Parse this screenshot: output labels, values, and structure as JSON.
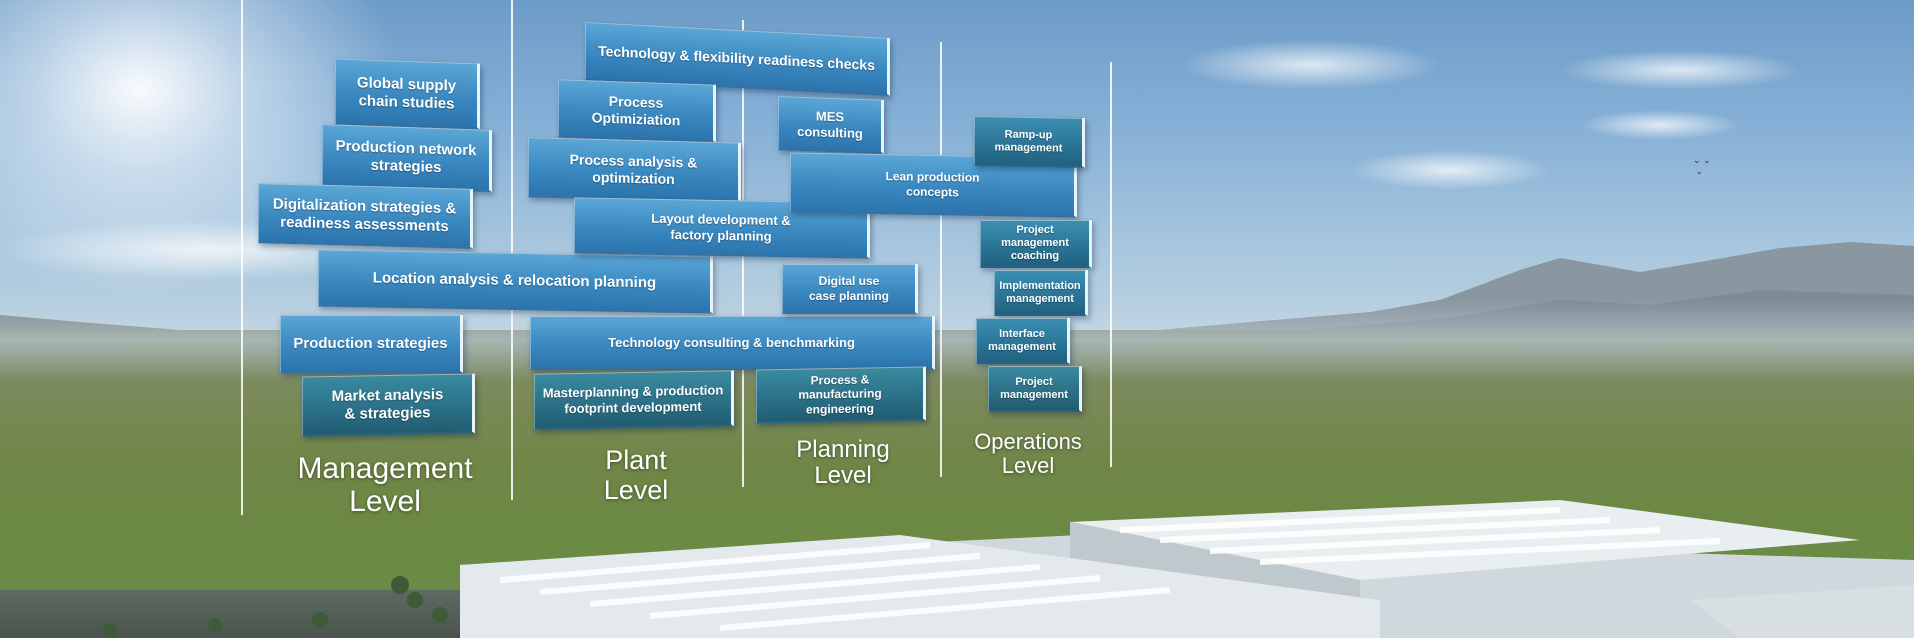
{
  "levels": {
    "management": {
      "line1": "Management",
      "line2": "Level"
    },
    "plant": {
      "line1": "Plant",
      "line2": "Level"
    },
    "planning": {
      "line1": "Planning",
      "line2": "Level"
    },
    "operations": {
      "line1": "Operations",
      "line2": "Level"
    }
  },
  "management_boxes": {
    "global_supply": {
      "line1": "Global supply",
      "line2": "chain studies"
    },
    "production_network": {
      "line1": "Production network",
      "line2": "strategies"
    },
    "digitalization": {
      "line1": "Digitalization strategies &",
      "line2": "readiness assessments"
    },
    "location_analysis": {
      "line1": "Location analysis & relocation planning"
    },
    "production_strategies": {
      "line1": "Production strategies"
    },
    "market_analysis": {
      "line1": "Market analysis",
      "line2": "& strategies"
    }
  },
  "plant_boxes": {
    "tech_flex": {
      "line1": "Technology & flexibility readiness checks"
    },
    "process_optimization": {
      "line1": "Process Optimiziation"
    },
    "process_analysis": {
      "line1": "Process analysis &",
      "line2": "optimization"
    },
    "layout_development": {
      "line1": "Layout development &",
      "line2": "factory planning"
    },
    "tech_consulting": {
      "line1": "Technology consulting & benchmarking"
    },
    "masterplanning": {
      "line1": "Masterplanning & production",
      "line2": "footprint development"
    }
  },
  "planning_boxes": {
    "mes_consulting": {
      "line1": "MES consulting"
    },
    "lean_production": {
      "line1": "Lean production",
      "line2": "concepts"
    },
    "digital_use_case": {
      "line1": "Digital use",
      "line2": "case planning"
    },
    "process_manufacturing": {
      "line1": "Process &",
      "line2": "manufacturing engineering"
    }
  },
  "operations_boxes": {
    "ramp_up": {
      "line1": "Ramp-up",
      "line2": "management"
    },
    "pm_coaching": {
      "line1": "Project management",
      "line2": "coaching"
    },
    "implementation": {
      "line1": "Implementation",
      "line2": "management"
    },
    "interface": {
      "line1": "Interface",
      "line2": "management"
    },
    "project_management": {
      "line1": "Project",
      "line2": "management"
    }
  },
  "colors": {
    "box_blue": "#3a88c0",
    "box_dark": "#2b7597",
    "guide_line": "#ffffff"
  }
}
